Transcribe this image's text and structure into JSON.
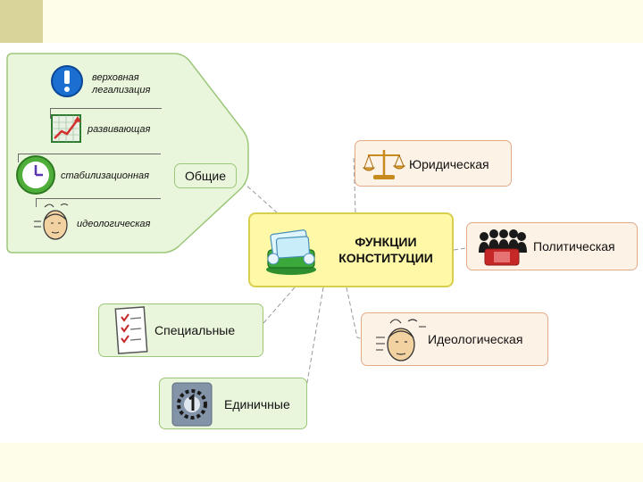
{
  "center": {
    "line1": "ФУНКЦИИ",
    "line2": "КОНСТИТУЦИИ"
  },
  "general": {
    "label": "Общие",
    "items": [
      {
        "label_line1": "верховная",
        "label_line2": "легализация",
        "icon": "exclamation-icon"
      },
      {
        "label_line1": "развивающая",
        "label_line2": "",
        "icon": "growth-chart-icon"
      },
      {
        "label_line1": "стабилизационная",
        "label_line2": "",
        "icon": "clock-icon"
      },
      {
        "label_line1": "идеологическая",
        "label_line2": "",
        "icon": "thinking-head-icon"
      }
    ]
  },
  "nodes": {
    "legal": {
      "label": "Юридическая",
      "icon": "scales-icon"
    },
    "political": {
      "label": "Политическая",
      "icon": "people-group-icon"
    },
    "ideological": {
      "label": "Идеологическая",
      "icon": "thinking-head-icon"
    },
    "special": {
      "label": "Специальные",
      "icon": "checklist-icon"
    },
    "single": {
      "label": "Единичные",
      "icon": "number-one-icon"
    }
  },
  "colors": {
    "green_fill": "#eaf6dc",
    "green_border": "#9cc77a",
    "peach_fill": "#fdf2e6",
    "peach_border": "#e3aa8a",
    "center_fill": "#fff8a6",
    "center_border": "#d8cf4f",
    "band": "#fefdea",
    "band_square": "#d9d59a"
  }
}
